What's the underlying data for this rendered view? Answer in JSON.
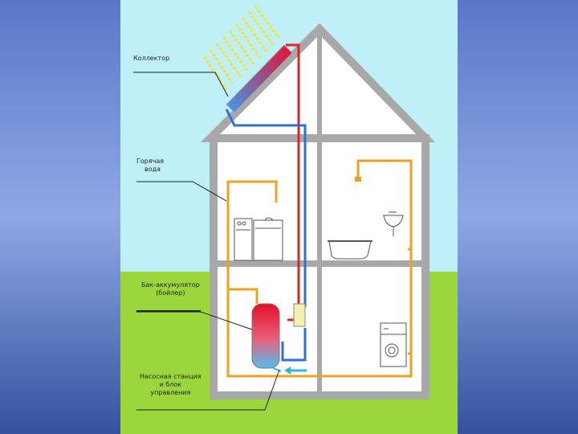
{
  "labels": {
    "collector": "Коллектор",
    "hot_water": [
      "Горячая",
      "вода"
    ],
    "tank": [
      "Бак-аккумулятор",
      "(бойлер)"
    ],
    "pump": [
      "Насосная станция",
      "и блок",
      "управления"
    ]
  },
  "colors": {
    "sky": "#bff0f8",
    "grass": "#9bd63a",
    "wall": "#a8a8a8",
    "hot_pipe": "#e32228",
    "cold_pipe": "#2f6fd8",
    "water_pipe": "#f0a020",
    "sun_rays": "#f4e33a",
    "frame_bg": "#3a5bb0"
  },
  "icons": [
    "sun-rays-icon",
    "solar-collector-icon",
    "boiler-tank-icon",
    "pump-station-icon",
    "kitchen-stove-icon",
    "bathtub-icon",
    "sink-icon",
    "shower-icon",
    "washing-machine-icon"
  ]
}
